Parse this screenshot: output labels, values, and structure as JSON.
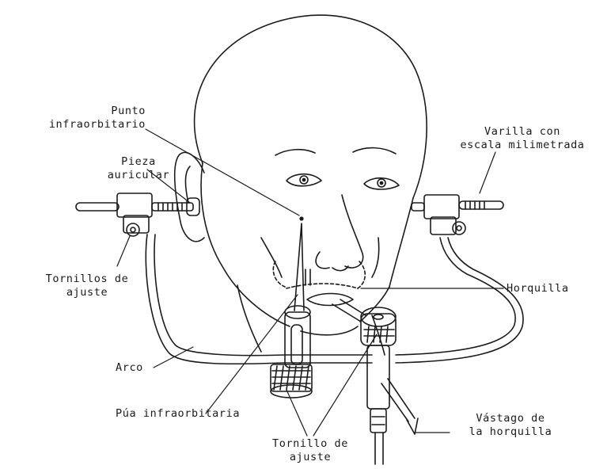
{
  "labels": {
    "punto_infraorbitario": [
      "Punto",
      "infraorbitario"
    ],
    "varilla": [
      "Varilla con",
      "escala milimetrada"
    ],
    "pieza_auricular": [
      "Pieza",
      "auricular"
    ],
    "tornillos_ajuste": [
      "Tornillos de",
      "ajuste"
    ],
    "horquilla": "Horquilla",
    "arco": "Arco",
    "pua_infraorbitaria": "Púa infraorbitaria",
    "tornillo_ajuste": [
      "Tornillo de",
      "ajuste"
    ],
    "vastago": [
      "Vástago de",
      "la horquilla"
    ]
  },
  "colors": {
    "ink": "#1b1b1b",
    "paper": "#ffffff"
  }
}
